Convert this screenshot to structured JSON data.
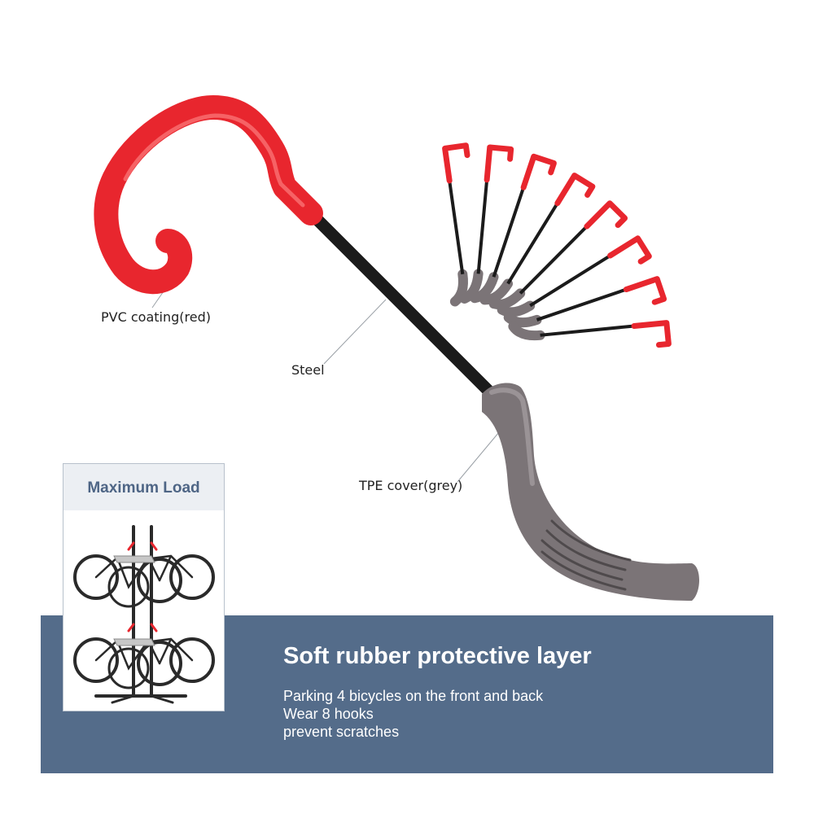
{
  "callouts": {
    "pvc": "PVC coating(red)",
    "steel": "Steel",
    "tpe": "TPE cover(grey)"
  },
  "banner": {
    "title": "Soft rubber protective layer",
    "lines": [
      "Parking 4 bicycles on the front and back",
      "Wear 8 hooks",
      "prevent scratches"
    ]
  },
  "load_card": {
    "title": "Maximum Load"
  },
  "colors": {
    "pvc_red": "#e8262e",
    "steel_black": "#1b1b1b",
    "tpe_grey": "#7b7477",
    "banner_blue": "#546c8a",
    "card_title": "#4e6585"
  }
}
